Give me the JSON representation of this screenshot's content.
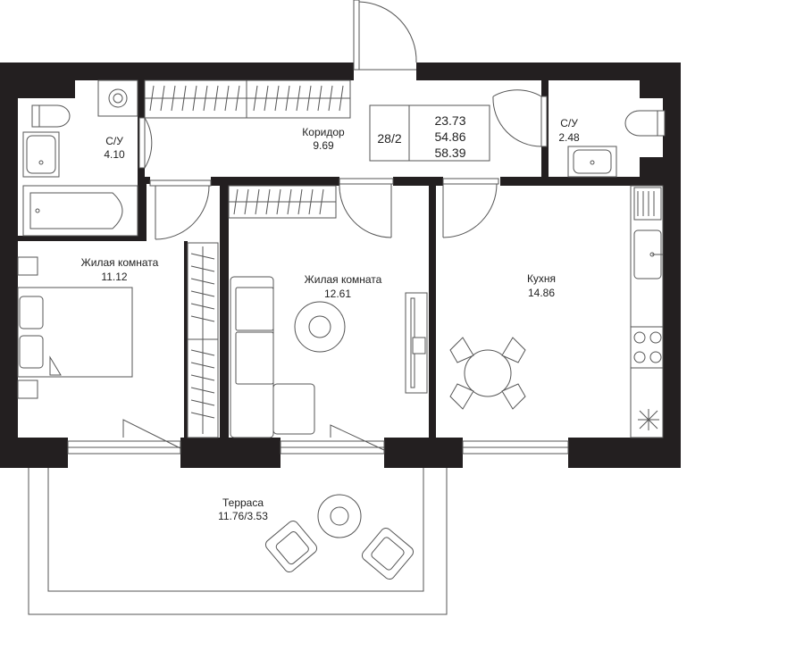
{
  "plan": {
    "rooms": {
      "bath1": {
        "name": "С/У",
        "area": "4.10"
      },
      "corridor": {
        "name": "Коридор",
        "area": "9.69"
      },
      "bath2": {
        "name": "С/У",
        "area": "2.48"
      },
      "living1": {
        "name": "Жилая комната",
        "area": "11.12"
      },
      "living2": {
        "name": "Жилая комната",
        "area": "12.61"
      },
      "kitchen": {
        "name": "Кухня",
        "area": "14.86"
      },
      "terrace": {
        "name": "Терраса",
        "area": "11.76/3.53"
      }
    },
    "summary": {
      "apartment": "28/2",
      "living_area": "23.73",
      "total_area": "54.86",
      "total_with_terrace": "58.39"
    }
  },
  "colors": {
    "wall": "#231f20",
    "line": "#555555",
    "background": "#ffffff"
  }
}
